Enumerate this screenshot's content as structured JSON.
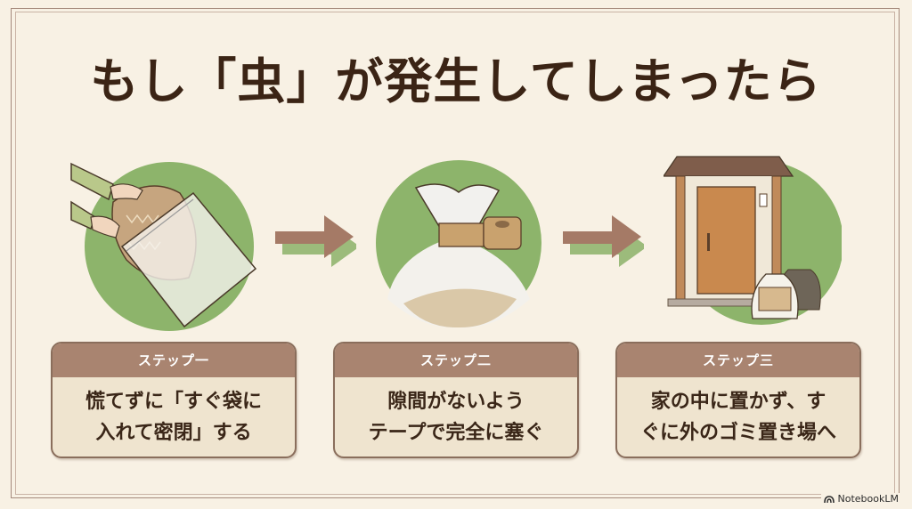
{
  "title": "もし「虫」が発生してしまったら",
  "colors": {
    "background": "#f8f1e4",
    "title_text": "#3b2415",
    "card_header": "#a98470",
    "card_body": "#efe4cf",
    "card_border": "#8a6e5c",
    "circle_green": "#8db46b",
    "arrow_brown": "#a57a66",
    "arrow_shadow": "#9cbb7b"
  },
  "steps": [
    {
      "label": "ステップ一",
      "lines": [
        "慌てずに「すぐ袋に",
        "入れて密閉」する"
      ],
      "illustration": "hands-putting-cushion-into-plastic-bag"
    },
    {
      "label": "ステップ二",
      "lines": [
        "隙間がないよう",
        "テープで完全に塞ぐ"
      ],
      "illustration": "bag-sealed-with-tape"
    },
    {
      "label": "ステップ三",
      "lines": [
        "家の中に置かず、す",
        "ぐに外のゴミ置き場へ"
      ],
      "illustration": "bags-outside-front-door"
    }
  ],
  "arrows": [
    "arrow-right",
    "arrow-right"
  ],
  "brand": {
    "icon": "notebooklm-logo-icon",
    "label": "NotebookLM"
  }
}
